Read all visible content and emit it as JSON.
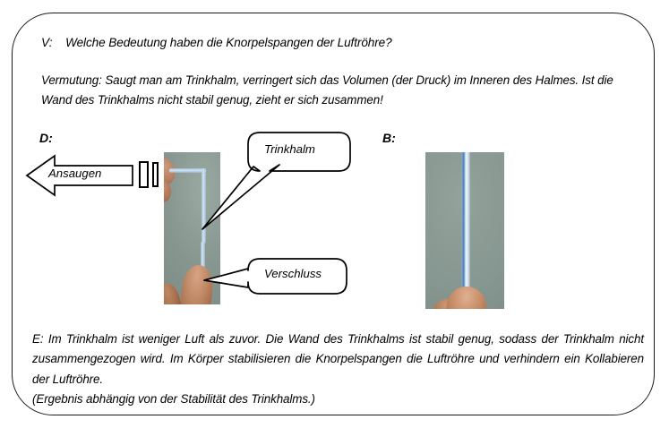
{
  "document": {
    "language": "de",
    "frame_border_color": "#1a1a1a"
  },
  "question": {
    "label": "V:",
    "text": "V:    Welche Bedeutung haben die Knorpelspangen der Luftröhre?"
  },
  "hypothesis": {
    "label": "Vermutung:",
    "text": "Vermutung: Saugt man am Trinkhalm, verringert sich das Volumen (der Druck) im Inneren des Halmes. Ist die Wand des Trinkhalms nicht stabil genug, zieht er sich zusammen!"
  },
  "panels": {
    "left_letter": "D:",
    "right_letter": "B:"
  },
  "arrow": {
    "label": "Ansaugen",
    "direction": "left",
    "fill": "#ffffff",
    "stroke": "#000000"
  },
  "lips": {
    "bar_one_name": "lip-bar-wide",
    "bar_two_name": "lip-bar-narrow"
  },
  "callouts": [
    {
      "id": "trinkhalm",
      "label": "Trinkhalm",
      "shape": "rounded-speech-bubble",
      "points_to": "straw-bend"
    },
    {
      "id": "verschluss",
      "label": "Verschluss",
      "shape": "rounded-rectangle",
      "points_to": "straw-bottom-finger-seal"
    }
  ],
  "photos": {
    "left": {
      "name": "photo-collapsed-straw",
      "description": "Hand hält einen Trinkhalm, der oben geknickt ist",
      "background_color": "#879790",
      "straw_color": "#c2dbf0"
    },
    "right": {
      "name": "photo-straight-straw",
      "description": "Hand hält einen geraden Trinkhalm senkrecht",
      "background_color": "#869690",
      "straw_color": "#d8e7f3"
    }
  },
  "conclusion": {
    "label": "E:",
    "justified_text": "E:   Im Trinkhalm ist weniger Luft als zuvor. Die Wand des Trinkhalms ist stabil genug, sodass der Trinkhalm nicht zusammengezogen wird. Im Körper stabilisieren die Knorpelspangen die Luftröhre und verhindern ein Kollabieren der Luftröhre.",
    "note": "(Ergebnis abhängig von der Stabilität des Trinkhalms.)"
  }
}
